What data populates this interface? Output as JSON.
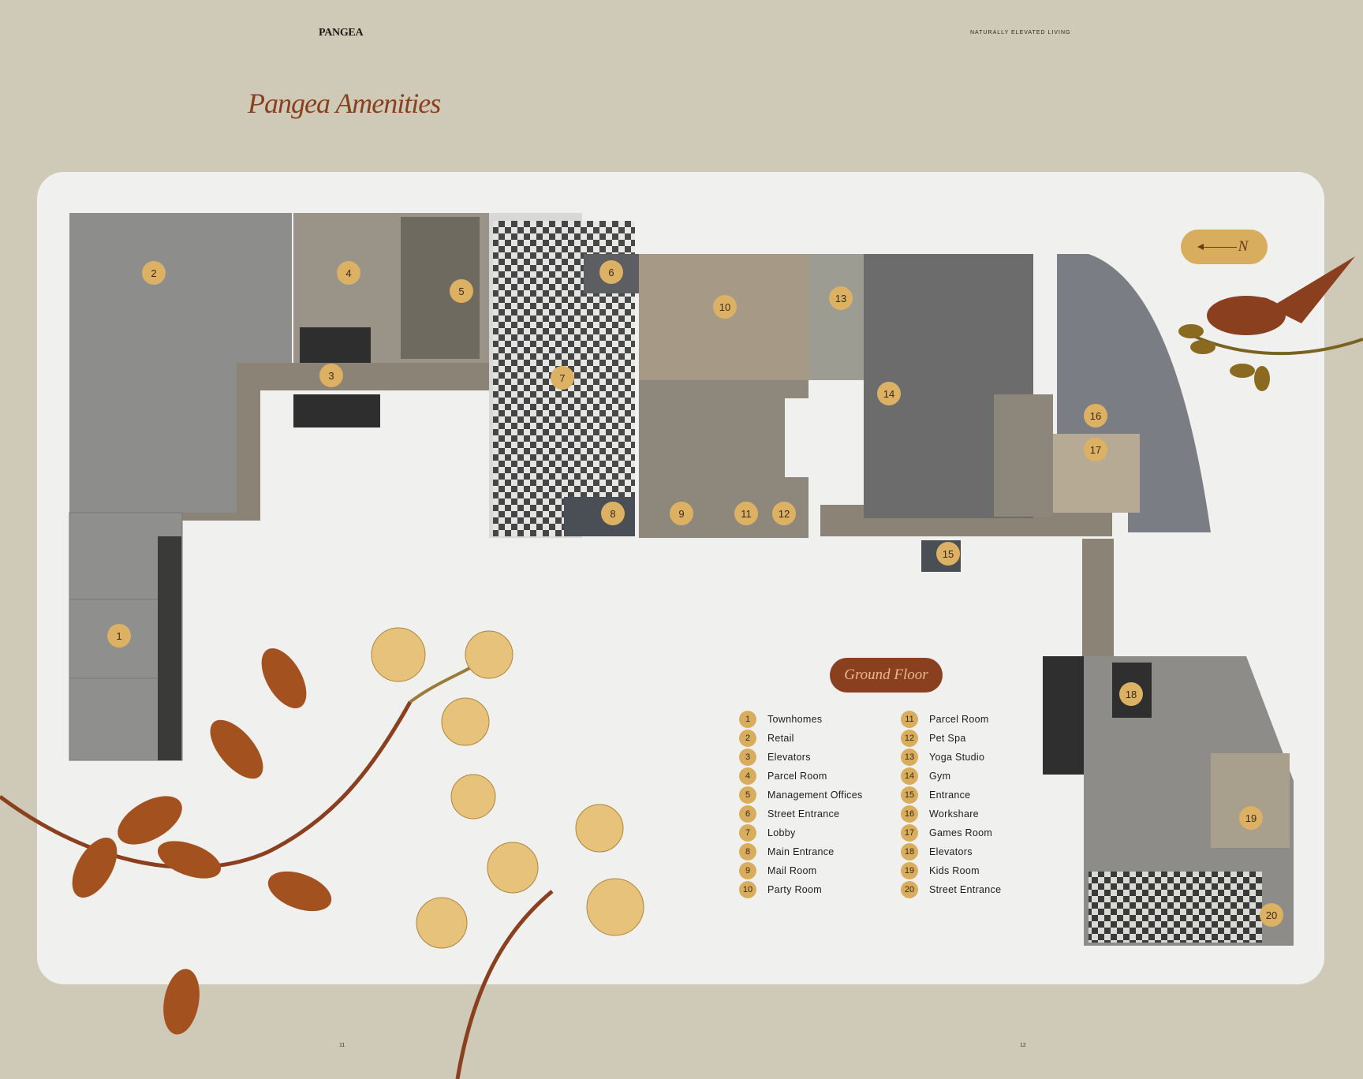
{
  "header": {
    "brand": "PANGEA",
    "tagline": "NATURALLY ELEVATED LIVING"
  },
  "title": "Pangea Amenities",
  "floor_label": "Ground Floor",
  "compass": {
    "label": "N",
    "icon": "north-arrow-icon"
  },
  "legend": [
    {
      "num": "1",
      "label": "Townhomes"
    },
    {
      "num": "2",
      "label": "Retail"
    },
    {
      "num": "3",
      "label": "Elevators"
    },
    {
      "num": "4",
      "label": "Parcel Room"
    },
    {
      "num": "5",
      "label": "Management Offices"
    },
    {
      "num": "6",
      "label": "Street Entrance"
    },
    {
      "num": "7",
      "label": "Lobby"
    },
    {
      "num": "8",
      "label": "Main Entrance"
    },
    {
      "num": "9",
      "label": "Mail Room"
    },
    {
      "num": "10",
      "label": "Party Room"
    },
    {
      "num": "11",
      "label": "Parcel Room"
    },
    {
      "num": "12",
      "label": "Pet Spa"
    },
    {
      "num": "13",
      "label": "Yoga Studio"
    },
    {
      "num": "14",
      "label": "Gym"
    },
    {
      "num": "15",
      "label": "Entrance"
    },
    {
      "num": "16",
      "label": "Workshare"
    },
    {
      "num": "17",
      "label": "Games Room"
    },
    {
      "num": "18",
      "label": "Elevators"
    },
    {
      "num": "19",
      "label": "Kids Room"
    },
    {
      "num": "20",
      "label": "Street Entrance"
    }
  ],
  "pages": {
    "left": "11",
    "right": "12"
  },
  "colors": {
    "accent": "#8a3f1f",
    "marker": "#dcb163",
    "background": "#cfcab7"
  }
}
